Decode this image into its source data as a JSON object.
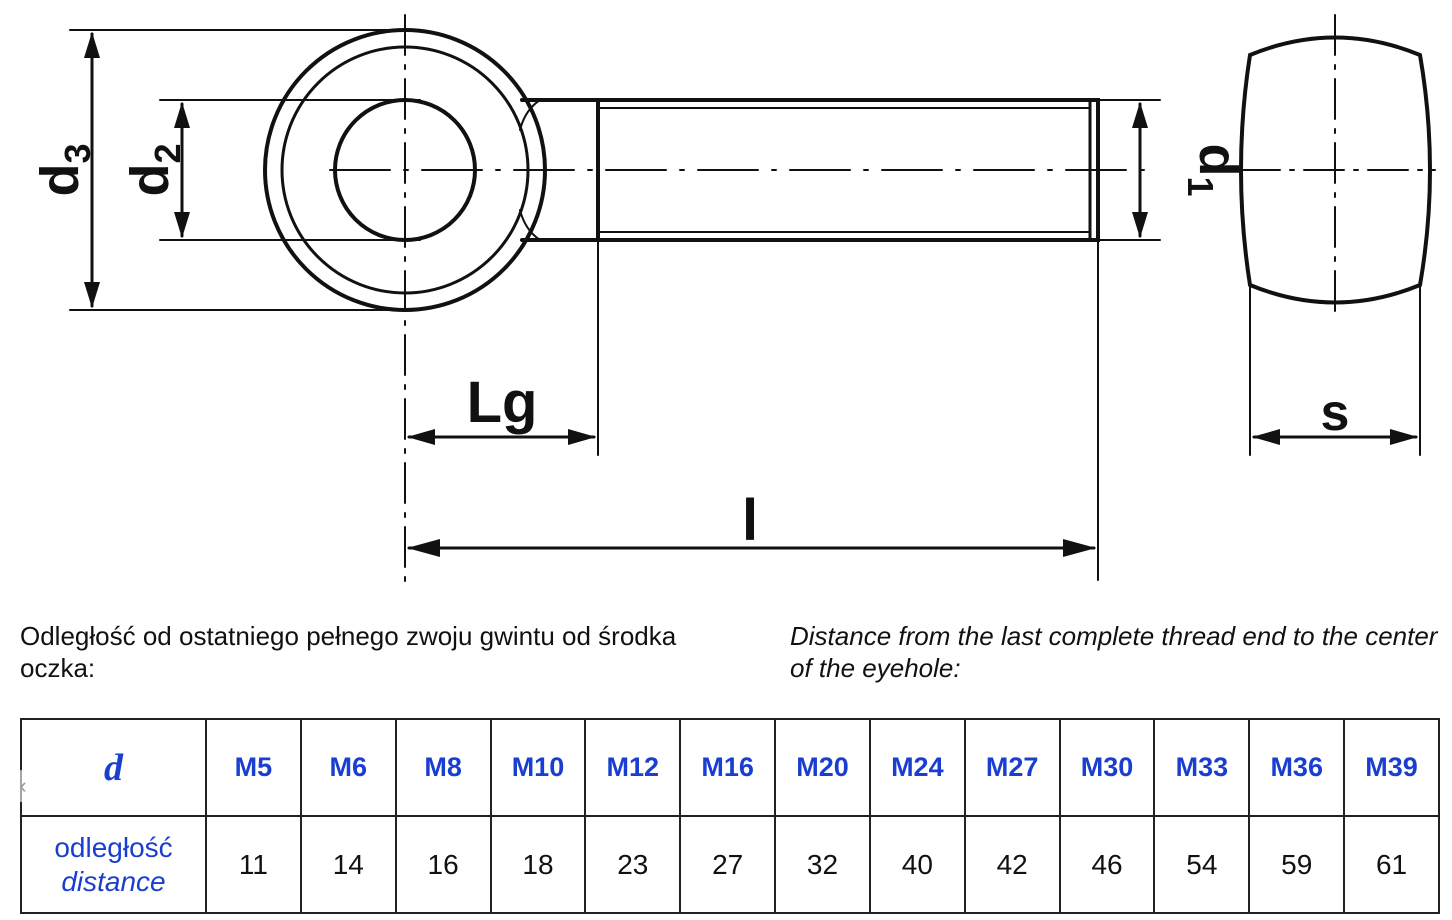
{
  "drawing": {
    "labels": {
      "d3": {
        "base": "d",
        "sub": "3"
      },
      "d2": {
        "base": "d",
        "sub": "2"
      },
      "d1": {
        "base": "d",
        "sub": "1"
      },
      "lg": "Lg",
      "l": "l",
      "s": "s"
    }
  },
  "description": {
    "pl": "Odległość od ostatniego pełnego zwoju gwintu od środka oczka:",
    "en": "Distance from the last complete thread end to the center of the eyehole:"
  },
  "table": {
    "header_symbol": "d",
    "row_label_pl": "odległość",
    "row_label_en": "distance",
    "sizes": [
      "M5",
      "M6",
      "M8",
      "M10",
      "M12",
      "M16",
      "M20",
      "M24",
      "M27",
      "M30",
      "M33",
      "M36",
      "M39"
    ],
    "distances": [
      "11",
      "14",
      "16",
      "18",
      "23",
      "27",
      "32",
      "40",
      "42",
      "46",
      "54",
      "59",
      "61"
    ]
  },
  "nav": {
    "scroll_left_icon": "chevron-left-icon",
    "scroll_left_glyph": "‹"
  }
}
